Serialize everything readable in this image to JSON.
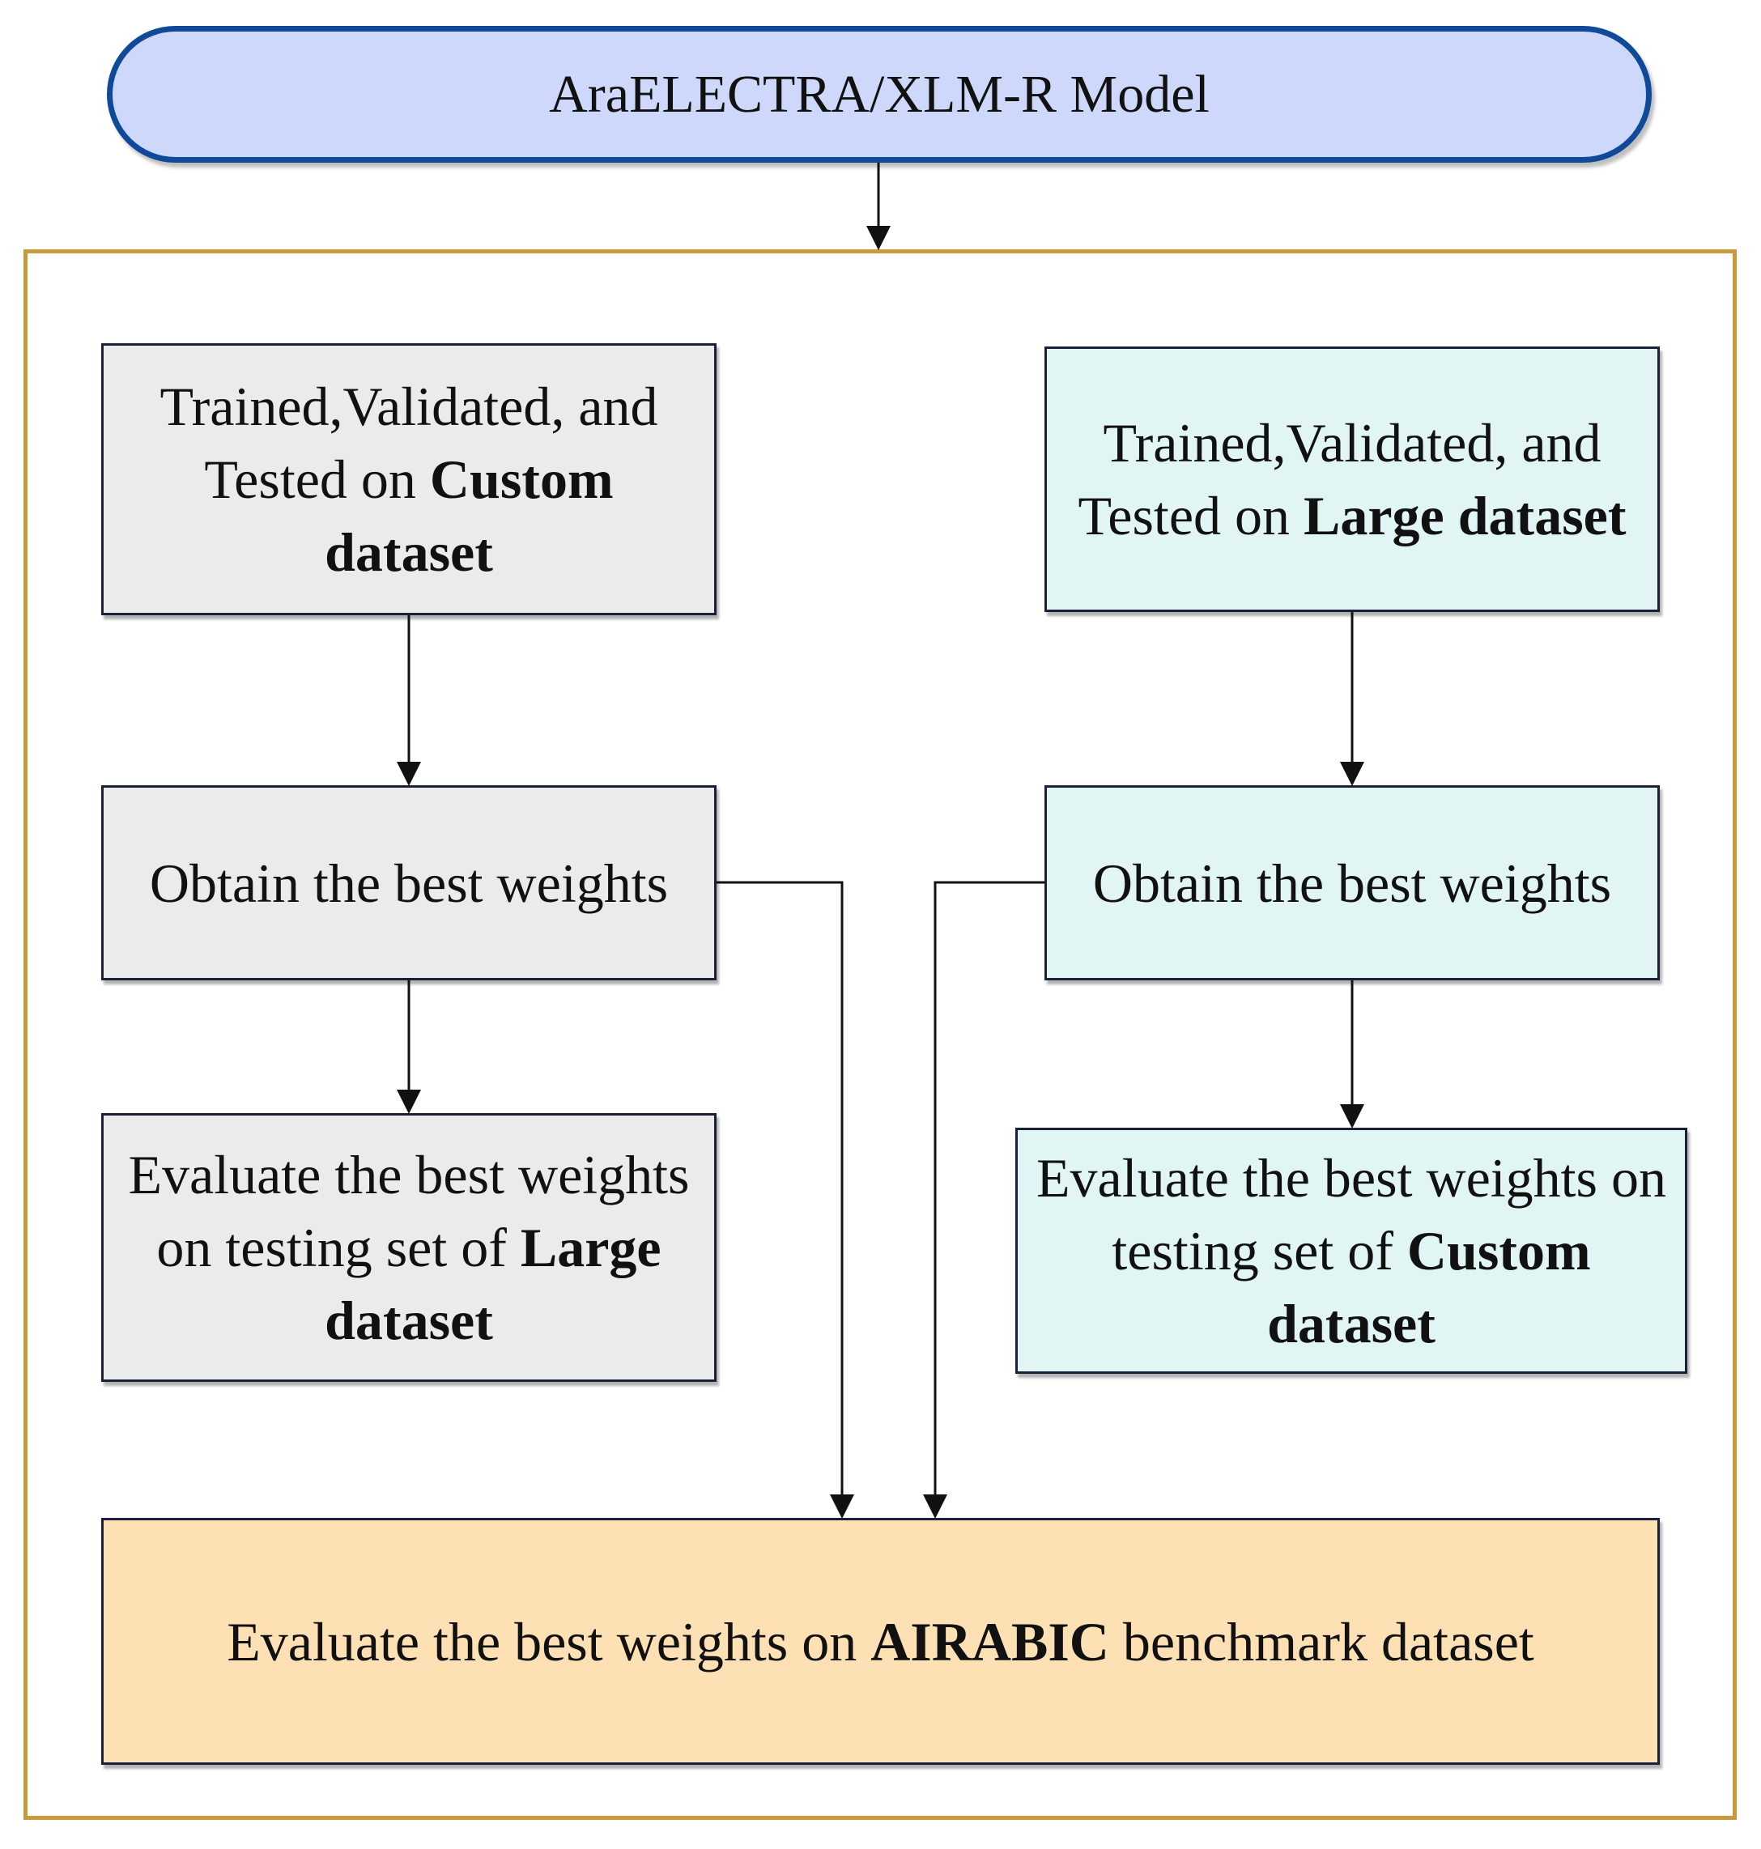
{
  "diagram": {
    "top_node": "AraELECTRA/XLM-R Model",
    "left_branch": {
      "train": {
        "prefix": "Trained,Validated, and Tested on ",
        "bold": "Custom dataset",
        "suffix": ""
      },
      "weights": "Obtain the best weights",
      "evaluate": {
        "prefix": "Evaluate the best weights on testing set of ",
        "bold": "Large dataset",
        "suffix": ""
      }
    },
    "right_branch": {
      "train": {
        "prefix": "Trained,Validated, and Tested on ",
        "bold": "Large dataset",
        "suffix": ""
      },
      "weights": "Obtain the best weights",
      "evaluate": {
        "prefix": "Evaluate the best weights on testing set of ",
        "bold": "Custom dataset",
        "suffix": ""
      }
    },
    "final_node": {
      "prefix": "Evaluate the best weights on ",
      "bold": "AIRABIC",
      "suffix": " benchmark dataset"
    },
    "colors": {
      "top_fill": "#cdd8fb",
      "top_border": "#0f4a9a",
      "frame": "#c99a3c",
      "left_fill": "#ebebeb",
      "right_fill": "#e0f5f4",
      "final_fill": "#fde1b4"
    }
  }
}
